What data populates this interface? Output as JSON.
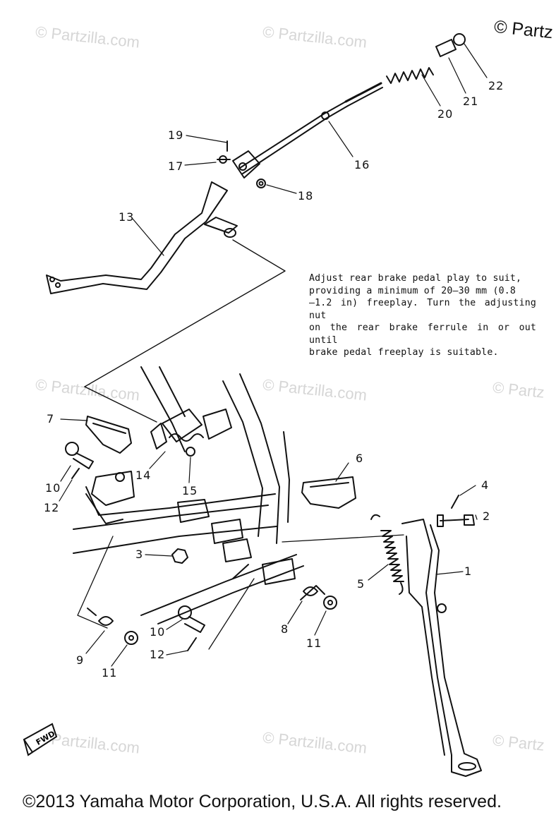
{
  "watermark_text": "© Partzilla.com",
  "watermark_partial": "© Partz",
  "corner_copyright": "© Partz",
  "fwd_label": "FWD",
  "note_lines": [
    "Adjust rear brake pedal play to suit,",
    "providing a minimum of 20–30 mm (0.8",
    "–1.2 in) freeplay. Turn the adjusting nut",
    "on the rear brake ferrule in or out until",
    "brake pedal freeplay is suitable."
  ],
  "callouts": {
    "c1": "1",
    "c2": "2",
    "c3": "3",
    "c4": "4",
    "c5": "5",
    "c6": "6",
    "c7": "7",
    "c8": "8",
    "c9": "9",
    "c10a": "10",
    "c10b": "10",
    "c11a": "11",
    "c11b": "11",
    "c12a": "12",
    "c12b": "12",
    "c13": "13",
    "c14": "14",
    "c15": "15",
    "c16": "16",
    "c17": "17",
    "c18": "18",
    "c19": "19",
    "c20": "20",
    "c21": "21",
    "c22": "22"
  },
  "footer_text": "©2013  Yamaha Motor Corporation, U.S.A. All rights reserved."
}
